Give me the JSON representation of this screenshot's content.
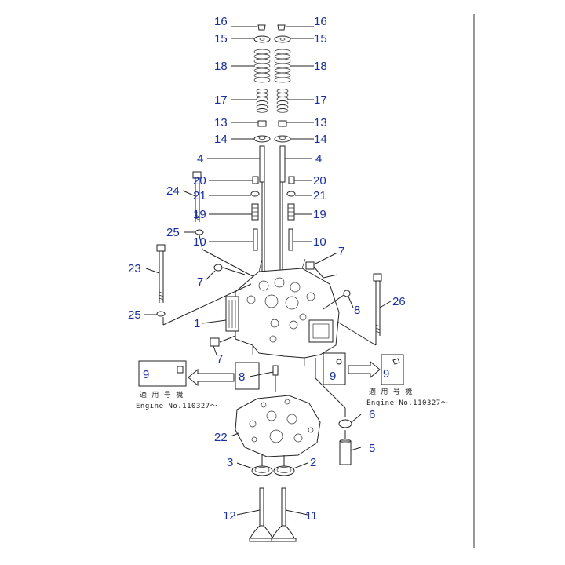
{
  "diagram": {
    "labels": {
      "l16a": "16",
      "l16b": "16",
      "l15a": "15",
      "l15b": "15",
      "l18a": "18",
      "l18b": "18",
      "l17a": "17",
      "l17b": "17",
      "l13a": "13",
      "l13b": "13",
      "l14a": "14",
      "l14b": "14",
      "l4a": "4",
      "l4b": "4",
      "l20a": "20",
      "l20b": "20",
      "l21a": "21",
      "l21b": "21",
      "l19a": "19",
      "l19b": "19",
      "l10a": "10",
      "l10b": "10",
      "l24": "24",
      "l25a": "25",
      "l25b": "25",
      "l23": "23",
      "l7a": "7",
      "l7b": "7",
      "l7c": "7",
      "l8a": "8",
      "l8b": "8",
      "l26": "26",
      "l1": "1",
      "l9a": "9",
      "l9b": "9",
      "l9c": "9",
      "l6": "6",
      "l5": "5",
      "l22": "22",
      "l3": "3",
      "l2": "2",
      "l12": "12",
      "l11": "11"
    },
    "notes": {
      "left_cn": "適 用 号 機",
      "left_engine": "Engine No.110327～",
      "right_cn": "適 用 号 機",
      "right_engine": "Engine No.110327～"
    }
  }
}
